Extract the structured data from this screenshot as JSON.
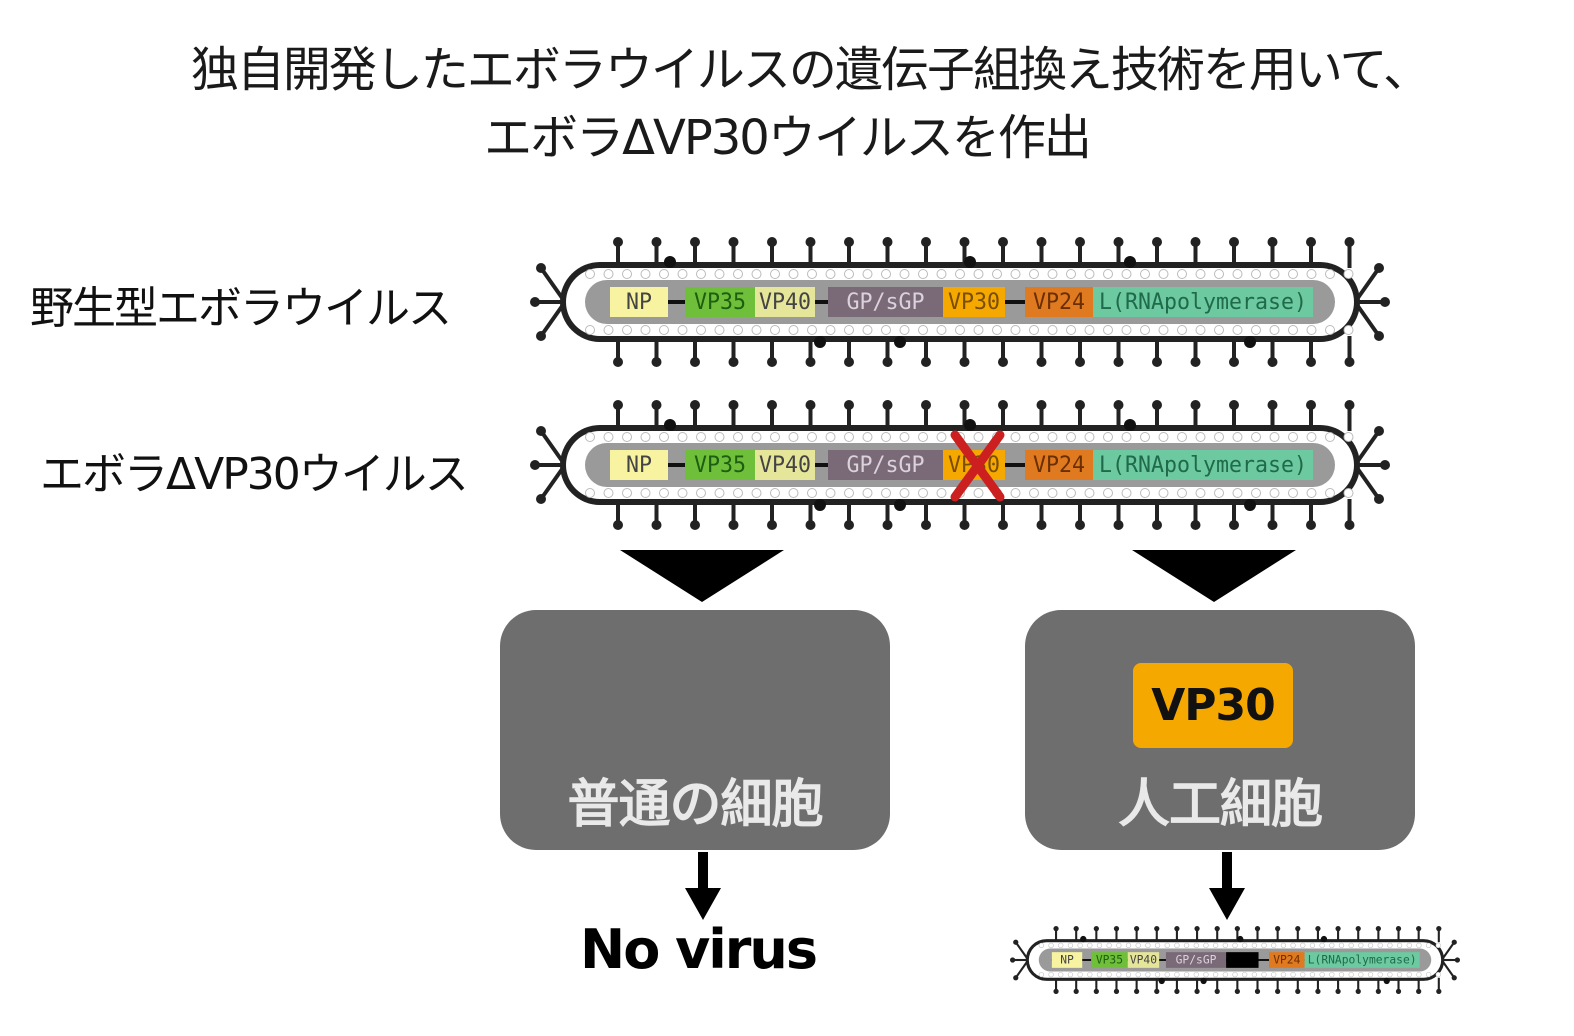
{
  "title": {
    "line1": "独自開発したエボラウイルスの遺伝子組換え技術を用いて、",
    "line2": "エボラΔVP30ウイルスを作出"
  },
  "rows": {
    "wild_type_label": "野生型エボラウイルス",
    "deletion_label": "エボラΔVP30ウイルス"
  },
  "genome_segments": [
    {
      "label": "NP",
      "color": "#f7f3a0"
    },
    {
      "label": "VP35",
      "color": "#6fbf3a"
    },
    {
      "label": "VP40",
      "color": "#e6e69a"
    },
    {
      "label": "GP/sGP",
      "color": "#7a6a78"
    },
    {
      "label": "VP30",
      "color": "#f5a800"
    },
    {
      "label": "VP24",
      "color": "#e07a20"
    },
    {
      "label": "L(RNApolymerase)",
      "color": "#6cc9a0"
    }
  ],
  "cells": {
    "normal": "普通の細胞",
    "artificial": "人工細胞",
    "vp30_badge": "VP30"
  },
  "results": {
    "no_virus": "No virus"
  },
  "colors": {
    "cell_box": "#6e6e6e",
    "vp30": "#f5a800",
    "knockout_x": "#cc1f1f"
  }
}
